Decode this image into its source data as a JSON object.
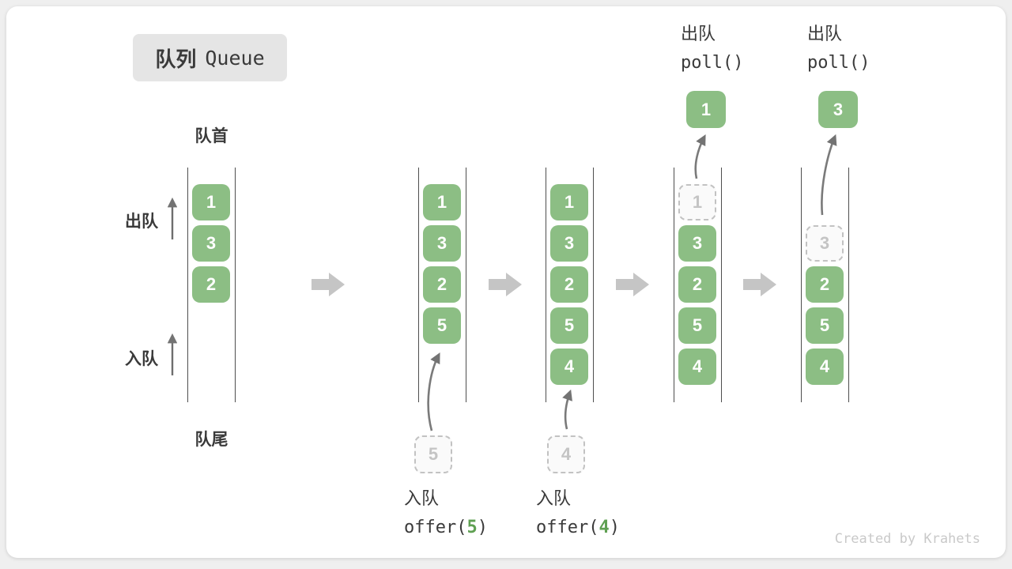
{
  "title": {
    "zh": "队列",
    "en": "Queue"
  },
  "labels": {
    "front": "队首",
    "rear": "队尾",
    "dequeue_side": "出队",
    "enqueue_side": "入队"
  },
  "colors": {
    "green": "#8CBE84",
    "code_green": "#5FA052",
    "text_dark": "#3A3A3A",
    "dashed_border": "#C2C2C2",
    "dashed_text": "#C4C4C4",
    "arrow_block": "#C5C5C5",
    "arrow_line": "#737373",
    "wall": "#4E4E4E",
    "badge_bg": "#E5E5E5",
    "page_bg": "#EFEFEF",
    "watermark": "#C9C9C9"
  },
  "columns": [
    {
      "solid": [
        "1",
        "3",
        "2"
      ]
    },
    {
      "solid": [
        "1",
        "3",
        "2",
        "5"
      ]
    },
    {
      "solid": [
        "1",
        "3",
        "2",
        "5",
        "4"
      ]
    },
    {
      "dashed": "1",
      "solid": [
        "3",
        "2",
        "5",
        "4"
      ]
    },
    {
      "dashed": "3",
      "solid": [
        "2",
        "5",
        "4"
      ]
    }
  ],
  "floating": {
    "poll_1": "1",
    "poll_2": "3"
  },
  "pending": {
    "offer_5": "5",
    "offer_4": "4"
  },
  "operations": {
    "offer_5": {
      "zh": "入队",
      "code_pre": "offer(",
      "arg": "5",
      "code_post": ")"
    },
    "offer_4": {
      "zh": "入队",
      "code_pre": "offer(",
      "arg": "4",
      "code_post": ")"
    },
    "poll_1": {
      "zh": "出队",
      "code": "poll()"
    },
    "poll_2": {
      "zh": "出队",
      "code": "poll()"
    }
  },
  "watermark": "Created by Krahets"
}
